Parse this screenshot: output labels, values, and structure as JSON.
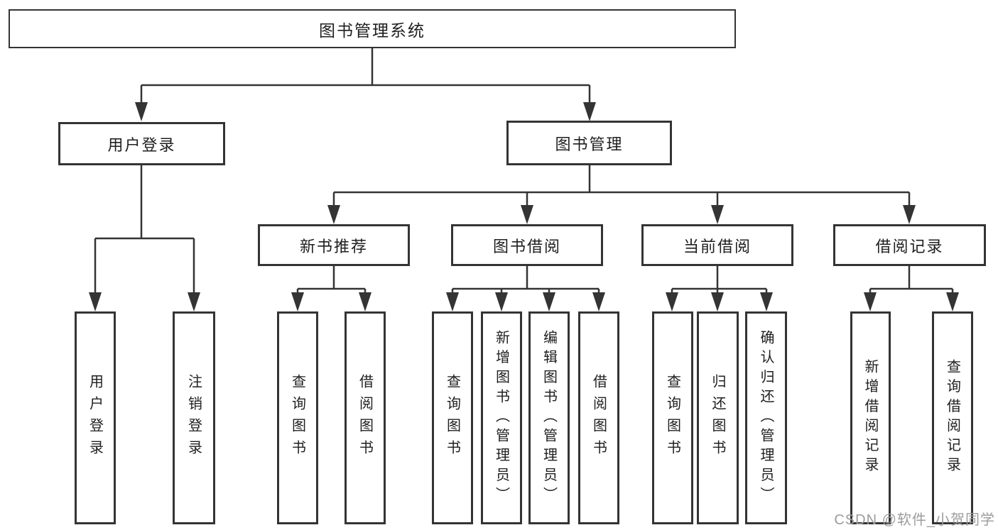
{
  "diagram": {
    "title": "图书管理系统",
    "root": {
      "label": "图书管理系统"
    },
    "branches": [
      {
        "label": "用户登录",
        "children": [
          {
            "label": "用户登录"
          },
          {
            "label": "注销登录"
          }
        ]
      },
      {
        "label": "图书管理",
        "sections": [
          {
            "label": "新书推荐",
            "children": [
              {
                "label": "查询图书"
              },
              {
                "label": "借阅图书"
              }
            ]
          },
          {
            "label": "图书借阅",
            "children": [
              {
                "label": "查询图书"
              },
              {
                "label": "新增图书（管理员）"
              },
              {
                "label": "编辑图书（管理员）"
              },
              {
                "label": "借阅图书"
              }
            ]
          },
          {
            "label": "当前借阅",
            "children": [
              {
                "label": "查询图书"
              },
              {
                "label": "归还图书"
              },
              {
                "label": "确认归还（管理员）"
              }
            ]
          },
          {
            "label": "借阅记录",
            "children": [
              {
                "label": "新增借阅记录"
              },
              {
                "label": "查询借阅记录"
              }
            ]
          }
        ]
      }
    ]
  },
  "watermark": {
    "text": "CSDN @软件_小贺同学"
  },
  "colors": {
    "line": "#343434",
    "box_border": "#343434",
    "text": "#1f1f1f",
    "watermark": "#9c9c9c",
    "background": "#ffffff"
  }
}
